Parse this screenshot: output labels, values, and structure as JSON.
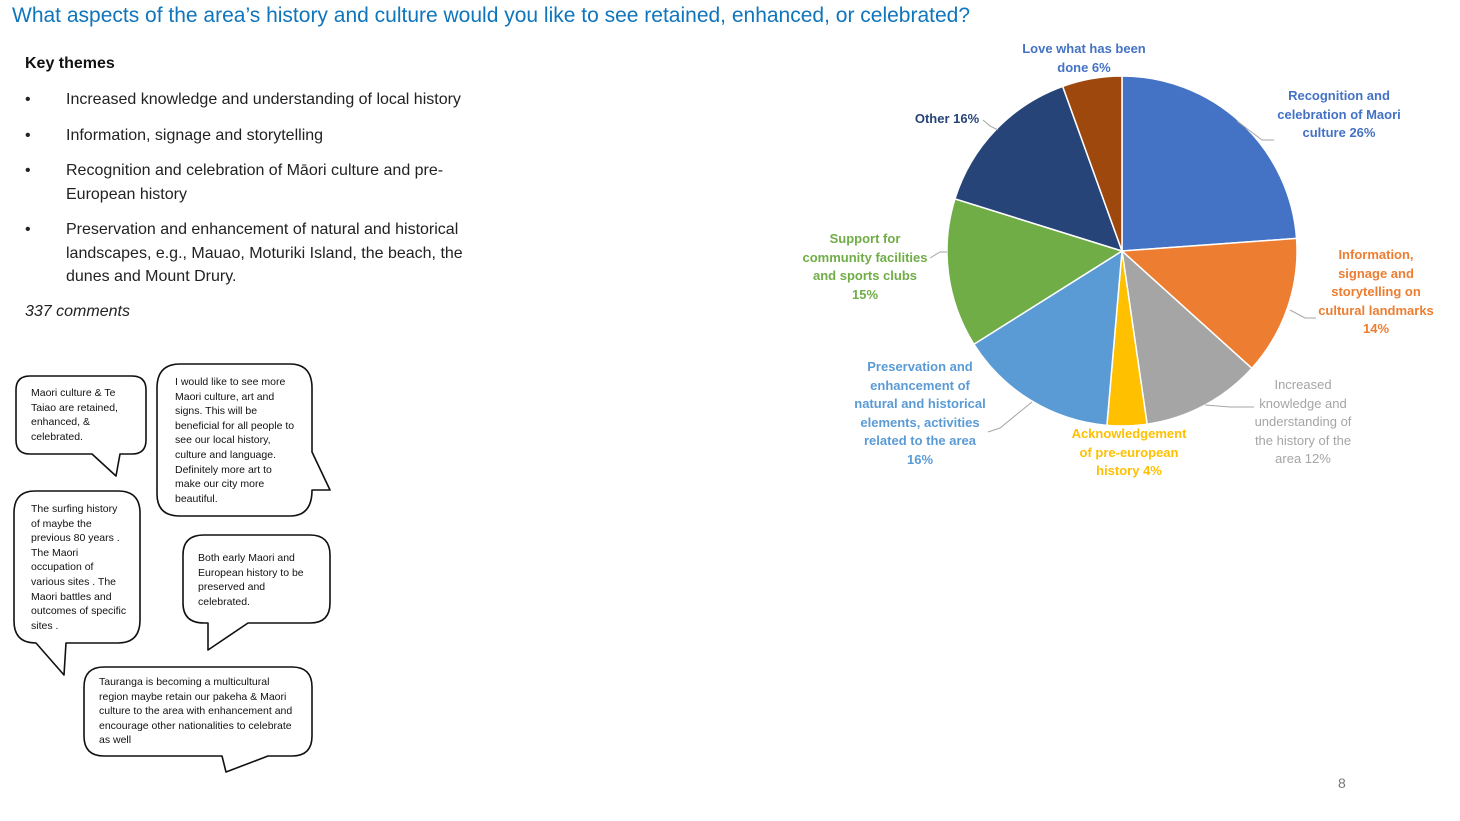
{
  "page": {
    "title": "What aspects of the area’s history and culture would you like to see retained, enhanced, or celebrated?",
    "key_themes_title": "Key themes",
    "bullet": "•",
    "themes": [
      "Increased knowledge and understanding of local history",
      "Information, signage and storytelling",
      "Recognition and celebration of Māori culture and pre-European history",
      "Preservation and enhancement of natural and historical landscapes, e.g., Mauao, Moturiki Island, the beach, the dunes and Mount Drury."
    ],
    "comment_count": "337 comments",
    "page_number": "8"
  },
  "quotes": [
    "Maori culture & Te Taiao are retained, enhanced, & celebrated.",
    "I would like to see more Maori culture, art and signs. This will be beneficial for all people to see our local history, culture and language. Definitely more art to make our city more beautiful.",
    "The surfing history of maybe the previous 80 years . The Maori occupation of various sites . The Maori battles and outcomes of specific sites .",
    "Both early Maori and European history to be preserved and celebrated.",
    "Tauranga is becoming a multicultural region maybe retain our pakeha & Maori culture to the area with enhancement and encourage other nationalities to celebrate as well"
  ],
  "chart_data": {
    "type": "pie",
    "categories": [
      "Recognition and celebration of Maori culture",
      "Information, signage and storytelling on cultural landmarks",
      "Increased knowledge and understanding of the history of the area",
      "Acknowledgement of pre-european history",
      "Preservation and enhancement of natural and historical elements, activities related to the area",
      "Support for community facilities and sports clubs",
      "Other",
      "Love what has been done"
    ],
    "values": [
      26,
      14,
      12,
      4,
      16,
      15,
      16,
      6
    ],
    "data_labels": [
      "Recognition and celebration of Maori culture 26%",
      "Information, signage and storytelling on cultural landmarks 14%",
      "Increased knowledge and understanding of the history of the area 12%",
      "Acknowledgement of pre-european history 4%",
      "Preservation and enhancement of natural and historical elements, activities related to the area 16%",
      "Support for community facilities and sports clubs 15%",
      "Other 16%",
      "Love what has been done 6%"
    ],
    "colors": [
      "#4472c4",
      "#ed7d31",
      "#a5a5a5",
      "#ffc000",
      "#5b9bd5",
      "#70ad47",
      "#264478",
      "#9e480e"
    ],
    "label_colors": [
      "#4472c4",
      "#ed7d31",
      "#a5a5a5",
      "#ffc000",
      "#5b9bd5",
      "#70ad47",
      "#264478",
      "#4472c4"
    ],
    "start_angle_deg": 0,
    "direction": "clockwise"
  }
}
